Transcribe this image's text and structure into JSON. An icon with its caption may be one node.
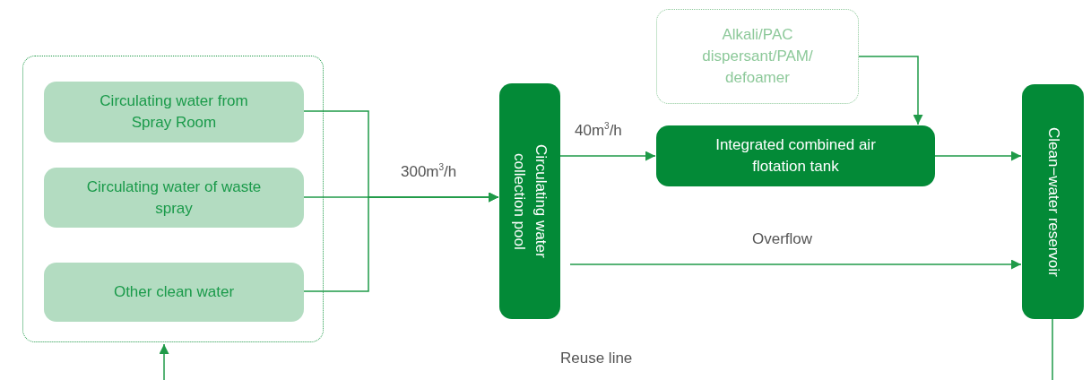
{
  "diagram": {
    "nodes": [
      {
        "text": [],
        "shape": "box"
      },
      {
        "text": [
          "Circulating water from Spray Room"
        ],
        "in": 0
      },
      {
        "text": [
          "Circulating water of waste spray"
        ],
        "in": 0
      },
      {
        "text": [
          "Other clean water"
        ],
        "in": 0
      },
      {
        "text": [
          "Circulating water collection pool"
        ]
      },
      {
        "text": [
          "Alkali/PAC dispersant/PAM/ defoamer"
        ]
      },
      {
        "text": [
          "Integrated combined air flotation tank"
        ]
      },
      {
        "text": [
          "Clean−water reservoir"
        ]
      }
    ],
    "edges": [
      {
        "from": 1,
        "to": 4,
        "arrow": "to"
      },
      {
        "from": 2,
        "to": 4,
        "arrow": "to",
        "label": "300m$^{3}$/h"
      },
      {
        "from": 3,
        "to": 4,
        "arrow": "to"
      },
      {
        "from": 4,
        "to": 6,
        "arrow": "to",
        "label": "40m$^{3}$/h"
      },
      {
        "from": 5,
        "to": 6,
        "arrow": "to"
      },
      {
        "from": 6,
        "to": 7,
        "arrow": "to"
      },
      {
        "from": 4,
        "to": 7,
        "arrow": "to",
        "label": "Overflow"
      },
      {
        "from": 7,
        "to": null,
        "arrow": "none"
      },
      {
        "from": null,
        "to": 0,
        "arrow": "to"
      }
    ],
    "labels": [
      "Reuse line"
    ]
  }
}
